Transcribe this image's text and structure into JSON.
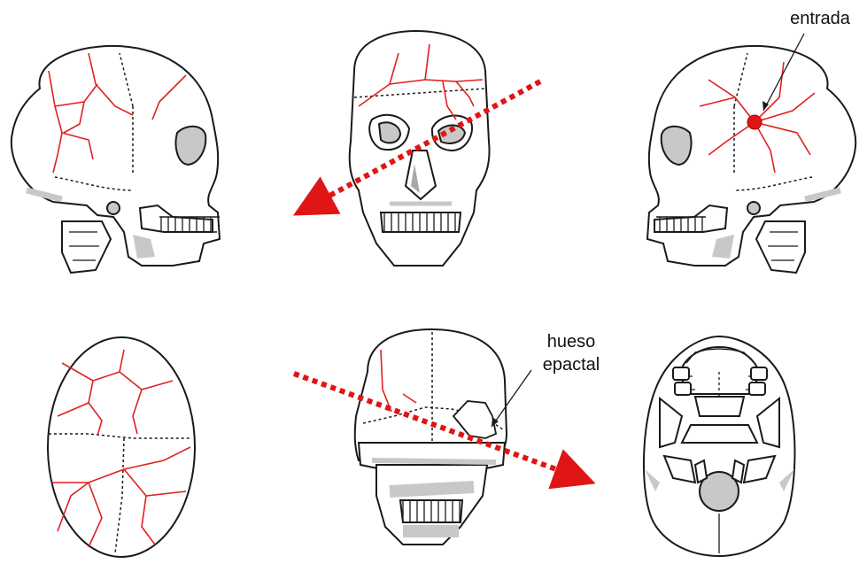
{
  "labels": {
    "entry": "entrada",
    "epactal_line1": "hueso",
    "epactal_line2": "epactal"
  },
  "colors": {
    "fracture": "#e02020",
    "trajectory": "#e01515",
    "outline": "#1a1a1a",
    "shade": "#c8c8c8"
  },
  "views": [
    "skull-left-lateral-view",
    "skull-frontal-view",
    "skull-right-lateral-view",
    "skull-superior-view",
    "skull-posterior-view",
    "skull-inferior-view"
  ]
}
